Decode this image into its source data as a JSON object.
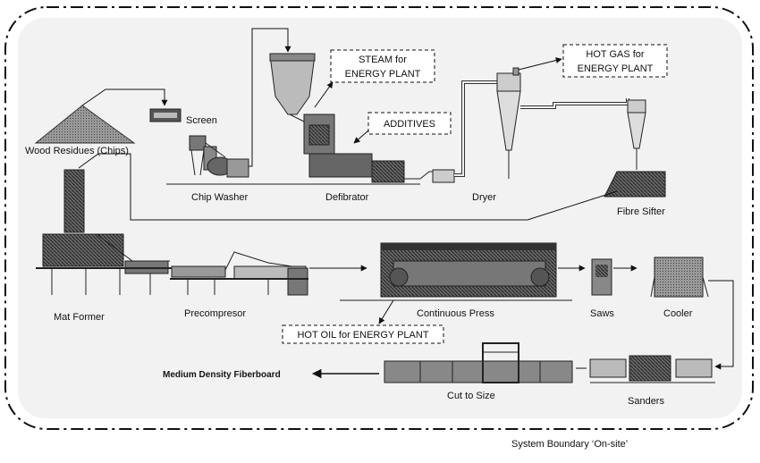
{
  "diagram": {
    "labels": {
      "wood_residues": "Wood Residues (Chips)",
      "screen": "Screen",
      "chip_washer": "Chip Washer",
      "defibrator": "Defibrator",
      "dryer": "Dryer",
      "fibre_sifter": "Fibre Sifter",
      "mat_former": "Mat Former",
      "precompressor": "Precompresor",
      "continuous_press": "Continuous Press",
      "saws": "Saws",
      "cooler": "Cooler",
      "cut_to_size": "Cut to Size",
      "sanders": "Sanders",
      "product": "Medium Density Fiberboard"
    },
    "notes": {
      "steam_line1": "STEAM for",
      "steam_line2": "ENERGY PLANT",
      "additives": "ADDITIVES",
      "hotgas_line1": "HOT GAS for",
      "hotgas_line2": "ENERGY PLANT",
      "hotoil": "HOT OIL for ENERGY PLANT"
    },
    "boundary_caption": "System Boundary  ‘On-site’"
  }
}
